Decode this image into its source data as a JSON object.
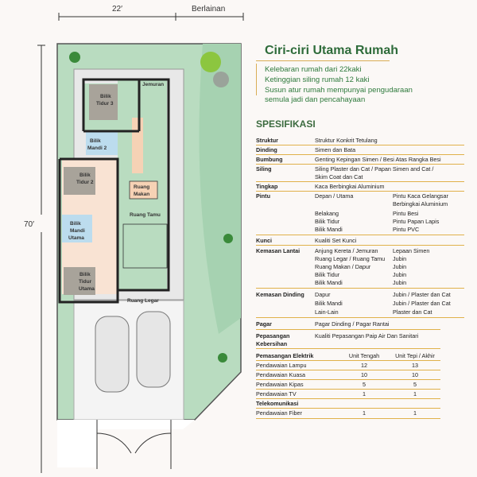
{
  "plan": {
    "width_dim": "22′",
    "side_dim": "Berlainan",
    "length_dim": "70′",
    "rooms": {
      "jemuran": "Jemuran",
      "bilik_tidur_3": [
        "Bilik",
        "Tidur 3"
      ],
      "bilik_mandi_2": [
        "Bilik",
        "Mandi 2"
      ],
      "bilik_tidur_2": [
        "Bilik",
        "Tidur 2"
      ],
      "ruang_makan": [
        "Ruang",
        "Makan"
      ],
      "ruang_tamu": "Ruang Tamu",
      "bilik_mandi_utama": [
        "Bilik",
        "Mandi",
        "Utama"
      ],
      "bilik_tidur_utama": [
        "Bilik",
        "Tidur",
        "Utama"
      ],
      "ruang_legar": "Ruang Legar"
    }
  },
  "features": {
    "title": "Ciri-ciri Utama Rumah",
    "items": [
      "Kelebaran rumah dari 22kaki",
      "Ketinggian siling rumah 12 kaki",
      "Susun atur rumah mempunyai pengudaraan",
      "semula jadi dan pencahayaan"
    ]
  },
  "spec": {
    "title": "SPESIFIKASI",
    "rows": [
      {
        "label": "Struktur",
        "value": "Struktur Konkrit Tetulang"
      },
      {
        "label": "Dinding",
        "value": "Simen dan Bata"
      },
      {
        "label": "Bumbung",
        "value": "Genting Kepingan Simen / Besi Atas Rangka Besi"
      },
      {
        "label": "Siling",
        "value": "Siling Plaster dan Cat / Papan Simen and Cat /",
        "value2": "Skim Coat dan Cat"
      },
      {
        "label": "Tingkap",
        "value": "Kaca Berbingkai Aluminium"
      }
    ],
    "pintu": {
      "label": "Pintu",
      "items": [
        [
          "Depan / Utama",
          "Pintu Kaca Gelangsar"
        ],
        [
          "",
          "Berbingkai Aluminium"
        ],
        [
          "Belakang",
          "Pintu Besi"
        ],
        [
          "Bilik Tidur",
          "Pintu Papan Lapis"
        ],
        [
          "Bilik Mandi",
          "Pintu PVC"
        ]
      ]
    },
    "kunci": {
      "label": "Kunci",
      "value": "Kualiti Set Kunci"
    },
    "lantai": {
      "label": "Kemasan Lantai",
      "items": [
        [
          "Anjung Kereta / Jemuran",
          "Lepaan Simen"
        ],
        [
          "Ruang Legar / Ruang Tamu",
          "Jubin"
        ],
        [
          "Ruang Makan / Dapur",
          "Jubin"
        ],
        [
          "Bilik Tidur",
          "Jubin"
        ],
        [
          "Bilik Mandi",
          "Jubin"
        ]
      ]
    },
    "dinding": {
      "label": "Kemasan Dinding",
      "items": [
        [
          "Dapur",
          "Jubin / Plaster dan Cat"
        ],
        [
          "Bilik Mandi",
          "Jubin / Plaster dan Cat"
        ],
        [
          "Lain-Lain",
          "Plaster dan Cat"
        ]
      ]
    },
    "pagar": {
      "label": "Pagar",
      "value": "Pagar Dinding /  Pagar Rantai"
    },
    "kebersihan": {
      "label": "Pepasangan",
      "label2": "Kebersihan",
      "value": "Kualiti Pepasangan Paip Air Dan Sanitari"
    },
    "elektrik": {
      "label": "Pemasangan Elektrik",
      "col1": "Unit Tengah",
      "col2": "Unit Tepi / Akhir",
      "rows": [
        {
          "label": "Pendawaian Lampu",
          "c1": "12",
          "c2": "13"
        },
        {
          "label": "Pendawaian Kuasa",
          "c1": "10",
          "c2": "10"
        },
        {
          "label": "Pendawaian Kipas",
          "c1": "5",
          "c2": "5"
        },
        {
          "label": "Pendawaian TV",
          "c1": "1",
          "c2": "1"
        }
      ],
      "telekom": "Telekomunikasi",
      "fiber": {
        "label": "Pendawaian Fiber",
        "c1": "1",
        "c2": "1"
      }
    }
  },
  "colors": {
    "green": "#2e7a3c",
    "gold": "#e0b14a",
    "lawn": "#b9dcc0",
    "wall": "#222222",
    "floor": "#f9e3d3",
    "bath": "#bcdcee"
  }
}
